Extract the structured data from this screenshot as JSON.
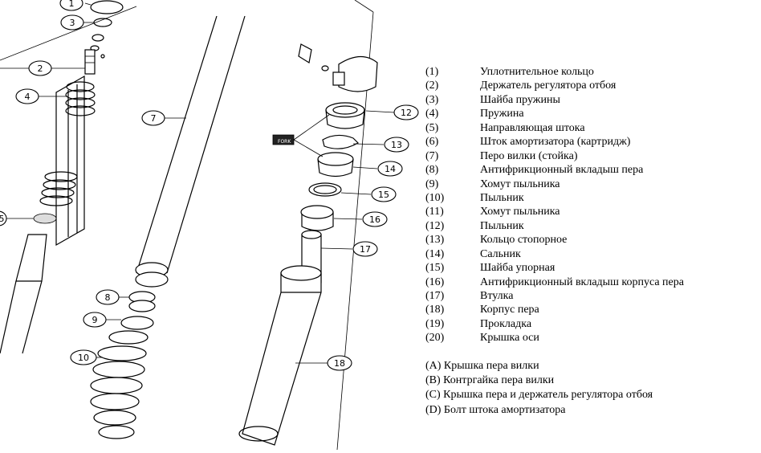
{
  "parts": [
    {
      "num": "(1)",
      "name": "Уплотнительное кольцо"
    },
    {
      "num": "(2)",
      "name": "Держатель  регулятора отбоя"
    },
    {
      "num": "(3)",
      "name": "Шайба пружины"
    },
    {
      "num": "(4)",
      "name": "Пружина"
    },
    {
      "num": "(5)",
      "name": "Направляющая штока"
    },
    {
      "num": "(6)",
      "name": "Шток амортизатора (картридж)"
    },
    {
      "num": "(7)",
      "name": "Перо вилки (стойка)"
    },
    {
      "num": "(8)",
      "name": "Антифрикционный вкладыш пера"
    },
    {
      "num": "(9)",
      "name": "Хомут пыльника"
    },
    {
      "num": "(10)",
      "name": "Пыльник"
    },
    {
      "num": "(11)",
      "name": "Хомут пыльника"
    },
    {
      "num": "(12)",
      "name": "Пыльник"
    },
    {
      "num": "(13)",
      "name": "Кольцо стопорное"
    },
    {
      "num": "(14)",
      "name": "Сальник"
    },
    {
      "num": "(15)",
      "name": "Шайба упорная"
    },
    {
      "num": "(16)",
      "name": "Антифрикционный вкладыш корпуса пера"
    },
    {
      "num": "(17)",
      "name": "Втулка"
    },
    {
      "num": "(18)",
      "name": "Корпус пера"
    },
    {
      "num": "(19)",
      "name": "Прокладка"
    },
    {
      "num": "(20)",
      "name": "Крышка оси"
    }
  ],
  "notes": [
    "(A) Крышка пера вилки",
    "(B) Контргайка пера вилки",
    "(C) Крышка пера и держатель регулятора отбоя",
    "(D) Болт штока амортизатора"
  ],
  "diagram": {
    "callouts": [
      "1",
      "2",
      "3",
      "4",
      "5",
      "7",
      "8",
      "9",
      "10",
      "12",
      "13",
      "14",
      "15",
      "16",
      "17",
      "18"
    ],
    "tag_label": "FORK"
  }
}
